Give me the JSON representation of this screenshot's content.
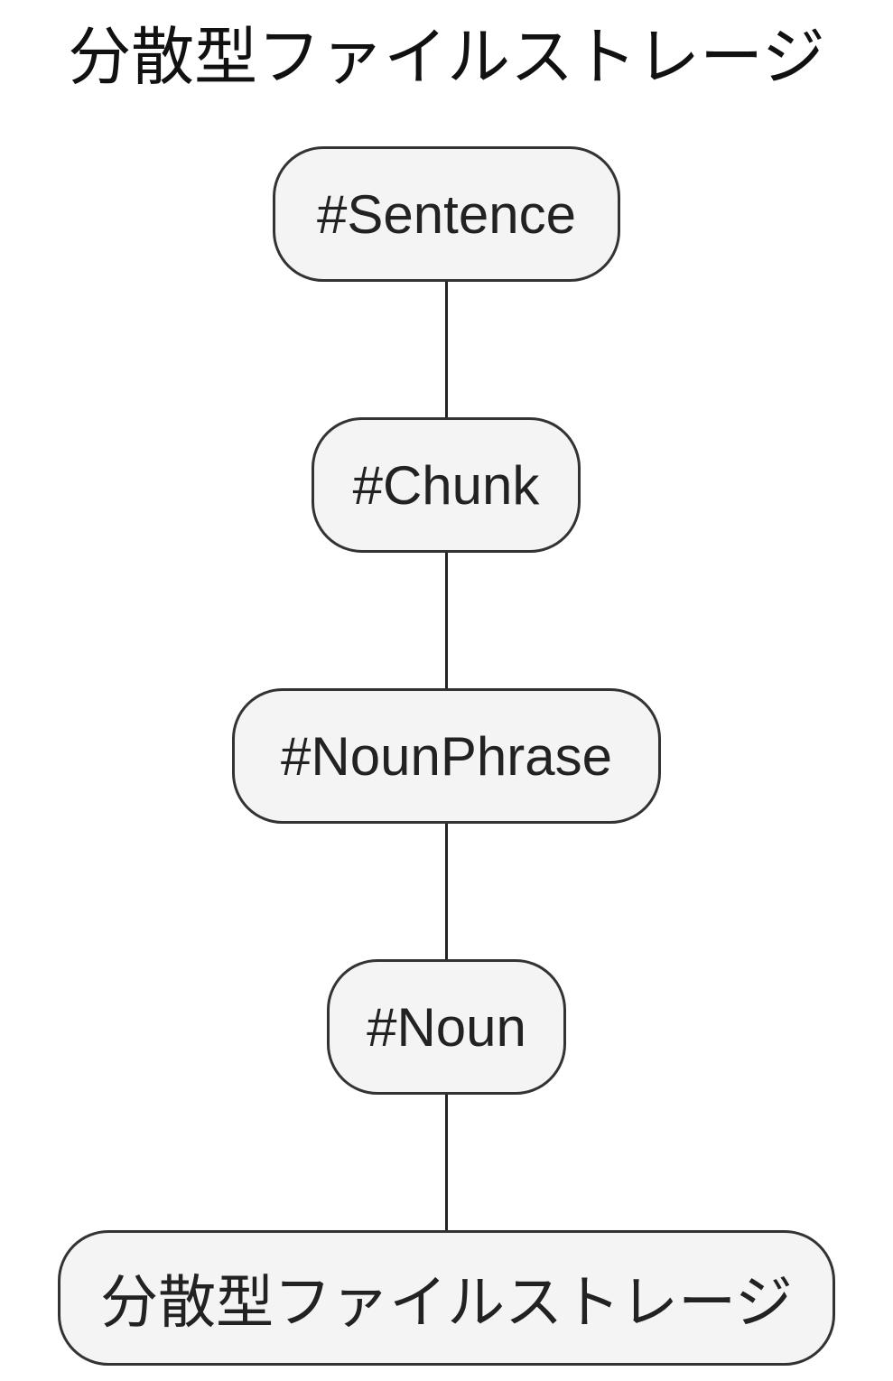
{
  "title": "分散型ファイルストレージ",
  "nodes": [
    {
      "id": "sentence",
      "label": "#Sentence"
    },
    {
      "id": "chunk",
      "label": "#Chunk"
    },
    {
      "id": "nounphrase",
      "label": "#NounPhrase"
    },
    {
      "id": "noun",
      "label": "#Noun"
    },
    {
      "id": "leaf",
      "label": "分散型ファイルストレージ"
    }
  ],
  "edges": [
    {
      "from": "sentence",
      "to": "chunk"
    },
    {
      "from": "chunk",
      "to": "nounphrase"
    },
    {
      "from": "nounphrase",
      "to": "noun"
    },
    {
      "from": "noun",
      "to": "leaf"
    }
  ]
}
